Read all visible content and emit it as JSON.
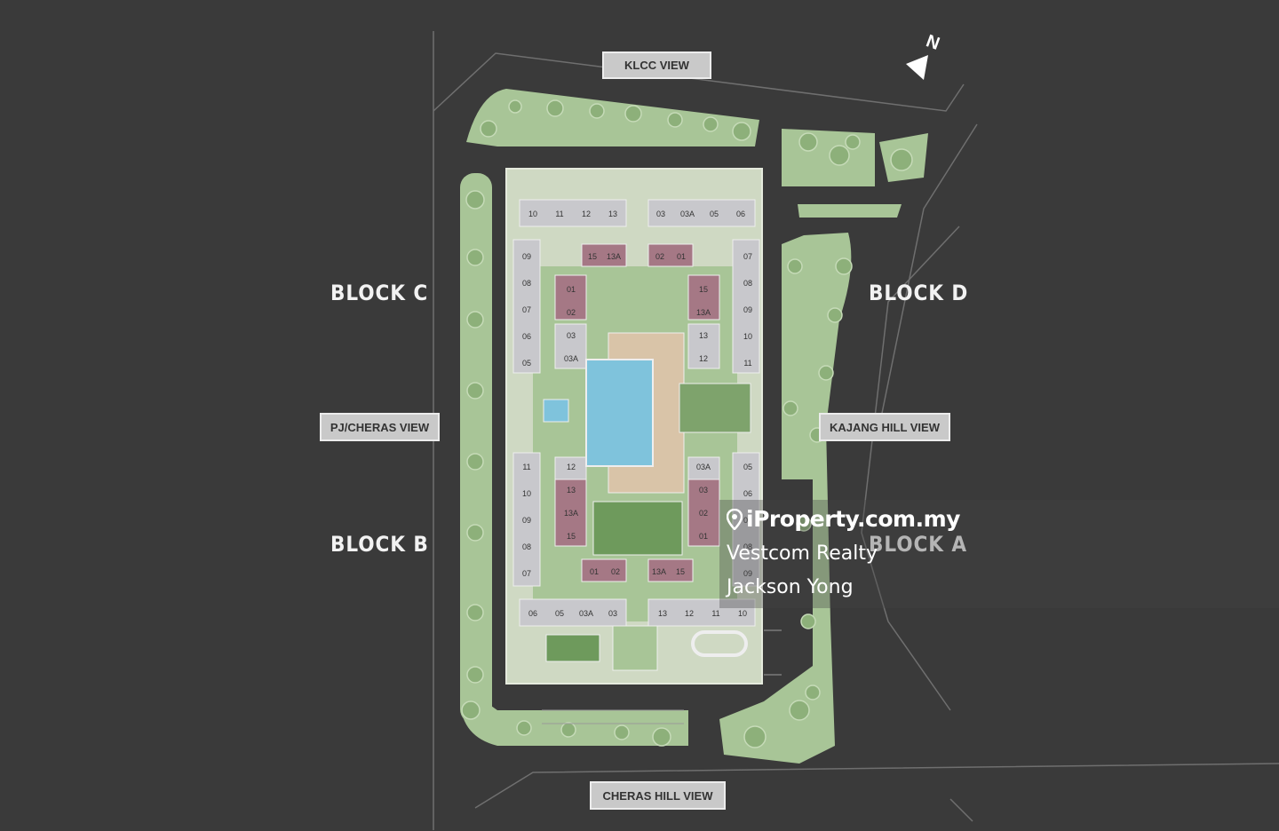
{
  "views": {
    "north": "KLCC VIEW",
    "west": "PJ/CHERAS VIEW",
    "east": "KAJANG HILL VIEW",
    "south": "CHERAS HILL VIEW"
  },
  "blocks": {
    "c": "BLOCK C",
    "d": "BLOCK D",
    "b": "BLOCK B",
    "a": "BLOCK A"
  },
  "compass": {
    "label": "N",
    "icon": "north-arrow-icon"
  },
  "watermark": {
    "brand": "iProperty.com.my",
    "brand_icon": "location-pin-icon",
    "agency": "Vestcom Realty",
    "agent": "Jackson Yong"
  },
  "units": {
    "block_c_top": [
      "10",
      "11",
      "12",
      "13"
    ],
    "block_c_left": [
      "09",
      "08",
      "07",
      "06",
      "05"
    ],
    "block_c_inner_top": [
      "15",
      "13A"
    ],
    "block_c_inner": [
      "01",
      "02",
      "03",
      "03A"
    ],
    "block_d_top": [
      "03",
      "03A",
      "05",
      "06"
    ],
    "block_d_inner_top": [
      "02",
      "01"
    ],
    "block_d_right": [
      "07",
      "08",
      "09",
      "10",
      "11"
    ],
    "block_d_inner": [
      "15",
      "13A",
      "13",
      "12"
    ],
    "block_b_left": [
      "11",
      "10",
      "09",
      "08",
      "07"
    ],
    "block_b_inner": [
      "12",
      "13",
      "13A",
      "15"
    ],
    "block_b_inner_bottom": [
      "01",
      "02"
    ],
    "block_b_bottom": [
      "06",
      "05",
      "03A",
      "03"
    ],
    "block_a_inner": [
      "03A",
      "03",
      "02",
      "01"
    ],
    "block_a_right": [
      "05",
      "06",
      "07",
      "08",
      "09"
    ],
    "block_a_inner_bottom": [
      "13A",
      "15"
    ],
    "block_a_bottom": [
      "13",
      "12",
      "11",
      "10"
    ]
  },
  "colors": {
    "background": "#3a3a3a",
    "landscape": "#a8c597",
    "podium": "#cfd9c3",
    "unit": "#c8c8cc",
    "unit_accent": "#a57885",
    "pool": "#7fc3dc",
    "clubhouse": "#d9c4a8"
  }
}
